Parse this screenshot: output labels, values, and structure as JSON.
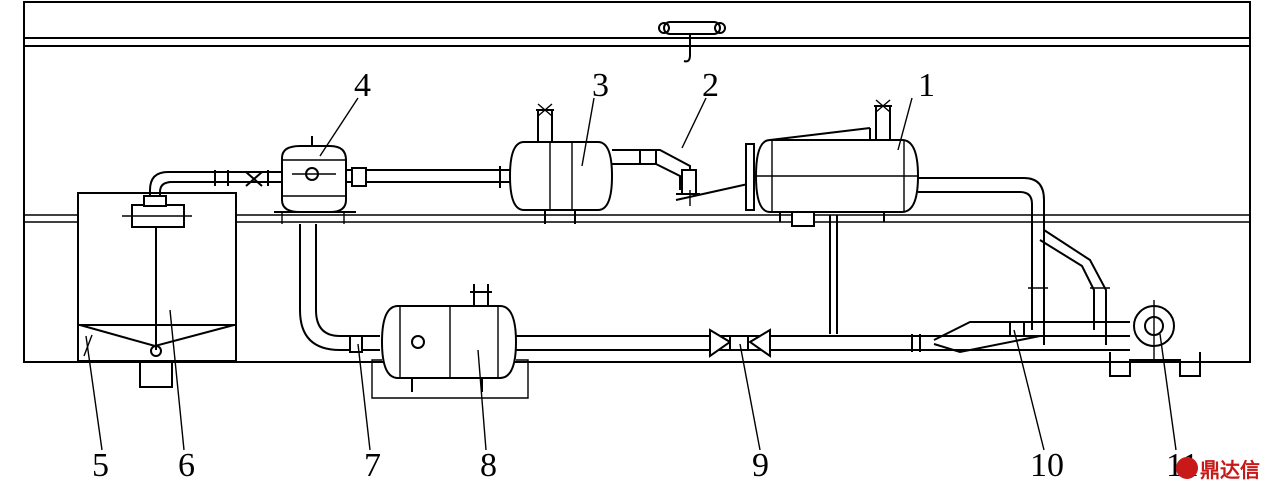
{
  "labels": {
    "n1": "1",
    "n2": "2",
    "n3": "3",
    "n4": "4",
    "n5": "5",
    "n6": "6",
    "n7": "7",
    "n8": "8",
    "n9": "9",
    "n10": "10",
    "n11": "11"
  },
  "watermark": {
    "text": "鼎达信",
    "color": "#c81818"
  }
}
